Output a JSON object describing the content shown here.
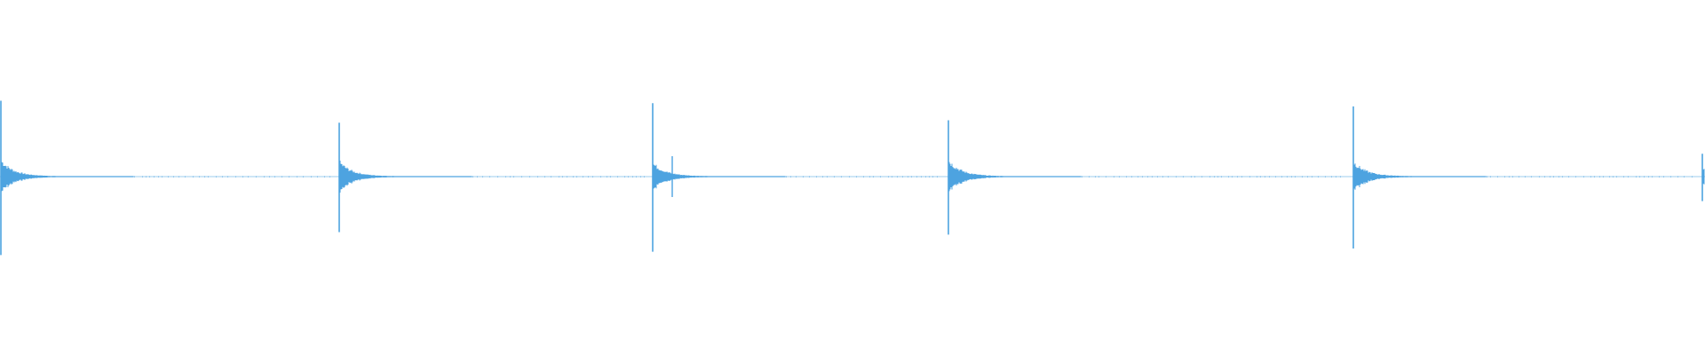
{
  "waveform": {
    "color": "#4da3e0",
    "background": "#ffffff",
    "duration_fraction_markers": [
      0.0,
      0.1985,
      0.3825,
      0.5555,
      0.793,
      0.998
    ],
    "hits": [
      {
        "position": 0.0,
        "peak_up": 0.93,
        "peak_down": 0.96,
        "body": 0.22,
        "double_hit": false
      },
      {
        "position": 0.1985,
        "peak_up": 0.66,
        "peak_down": 0.68,
        "body": 0.2,
        "double_hit": false
      },
      {
        "position": 0.3825,
        "peak_up": 0.9,
        "peak_down": 0.92,
        "body": 0.18,
        "double_hit": true
      },
      {
        "position": 0.5555,
        "peak_up": 0.69,
        "peak_down": 0.71,
        "body": 0.22,
        "double_hit": false
      },
      {
        "position": 0.793,
        "peak_up": 0.86,
        "peak_down": 0.88,
        "body": 0.2,
        "double_hit": false
      },
      {
        "position": 0.998,
        "peak_up": 0.28,
        "peak_down": 0.3,
        "body": 0.1,
        "double_hit": false
      }
    ]
  }
}
